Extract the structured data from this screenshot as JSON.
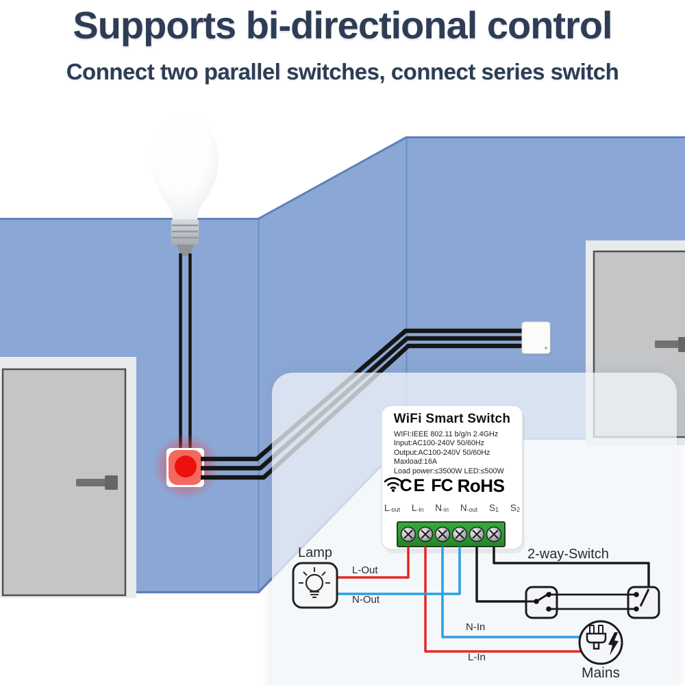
{
  "header": {
    "title": "Supports bi-directional control",
    "subtitle": "Connect two parallel switches, connect series switch"
  },
  "device": {
    "name": "WiFi Smart Switch",
    "specs": [
      "WIFI:IEEE 802.11 b/g/n 2.4GHz",
      "Input:AC100-240V 50/60Hz",
      "Output:AC100-240V 50/60Hz",
      "Maxload:16A",
      "Load power:≤3500W LED:≤500W"
    ],
    "certifications": {
      "ce": "CE",
      "fcc": "FC",
      "rohs": "RoHS"
    },
    "wifi_icon": "wifi-signal-icon",
    "terminals": [
      {
        "main": "L",
        "suffix": "-out"
      },
      {
        "main": "L",
        "suffix": "-in"
      },
      {
        "main": "N",
        "suffix": "-in"
      },
      {
        "main": "N",
        "suffix": "-out"
      },
      {
        "main": "S",
        "suffix": "1"
      },
      {
        "main": "S",
        "suffix": "2"
      }
    ]
  },
  "diagram": {
    "lamp_label": "Lamp",
    "l_out_label": "L-Out",
    "n_out_label": "N-Out",
    "n_in_label": "N-In",
    "l_in_label": "L-In",
    "two_way_switch_label": "2-way-Switch",
    "mains_label": "Mains",
    "colors": {
      "live_wire": "#e8251f",
      "neutral_wire": "#2aa0e2",
      "switch_wire": "#1a1a1a",
      "terminal_block": "#2f9e33"
    }
  },
  "scene": {
    "wall_color": "#8ba7d5",
    "wall_edge_color": "#5f80ba",
    "indicator_red": "#ee100d",
    "glow_color": "rgba(226,77,90,0.5)"
  }
}
